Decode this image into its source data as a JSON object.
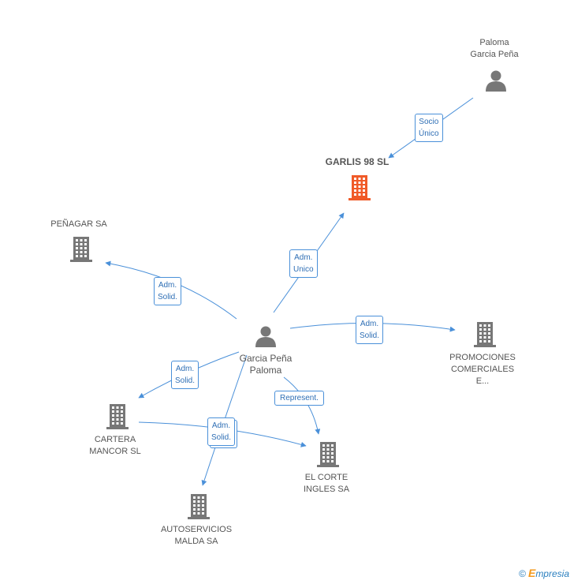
{
  "colors": {
    "edge": "#4a90d9",
    "node": "#777777",
    "highlight": "#f05a28"
  },
  "nodes": {
    "paloma": {
      "line1": "Paloma",
      "line2": "Garcia Peña",
      "icon": "person-icon"
    },
    "garlis": {
      "label": "GARLIS 98 SL",
      "icon": "building-icon"
    },
    "penagar": {
      "label": "PEÑAGAR SA",
      "icon": "building-icon"
    },
    "center": {
      "line1": "Garcia Peña",
      "line2": "Paloma",
      "icon": "person-icon"
    },
    "promociones": {
      "line1": "PROMOCIONES",
      "line2": "COMERCIALES",
      "line3": "E...",
      "icon": "building-icon"
    },
    "cartera": {
      "line1": "CARTERA",
      "line2": "MANCOR SL",
      "icon": "building-icon"
    },
    "elcorte": {
      "line1": "EL CORTE",
      "line2": "INGLES SA",
      "icon": "building-icon"
    },
    "autoservicios": {
      "line1": "AUTOSERVICIOS",
      "line2": "MALDA SA",
      "icon": "building-icon"
    }
  },
  "edges": {
    "socio": {
      "line1": "Socio",
      "line2": "Único"
    },
    "adm_unico": {
      "line1": "Adm.",
      "line2": "Unico"
    },
    "adm_solid_penagar": {
      "line1": "Adm.",
      "line2": "Solid."
    },
    "adm_solid_promo": {
      "line1": "Adm.",
      "line2": "Solid."
    },
    "adm_solid_cartera": {
      "line1": "Adm.",
      "line2": "Solid."
    },
    "adm_solid_multi": {
      "line1": "Adm.",
      "line2": "Solid."
    },
    "represent": {
      "label": "Represent."
    }
  },
  "footer": {
    "copyright": "©",
    "brand_initial": "E",
    "brand_rest": "mpresia"
  }
}
